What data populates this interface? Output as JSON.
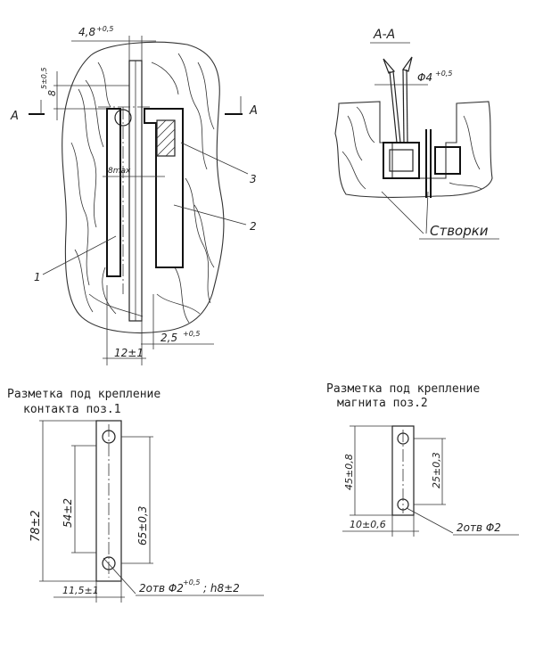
{
  "main_view": {
    "dim_top": "4,8",
    "dim_top_tol": "+0,5",
    "dim_left": "8",
    "dim_left_tol": "5±0,5",
    "section_marker": "A",
    "gap_label": "8max",
    "dim_bottom_right": "2,5",
    "dim_bottom_right_tol": "+0,5",
    "dim_bottom": "12±1",
    "callouts": [
      "1",
      "2",
      "3"
    ]
  },
  "section_view": {
    "title": "А-А",
    "diameter": "Φ4",
    "diameter_tol": "+0,5",
    "leaves_label": "Створки"
  },
  "contact_markup": {
    "title_line1": "Разметка под крепление",
    "title_line2": "контакта поз.1",
    "dim_total": "78±2",
    "dim_inner": "54±2",
    "dim_holes": "65±0,3",
    "dim_width": "11,5±1",
    "holes_note": "2отв Φ2",
    "holes_note_tol": "+0,5",
    "depth_note": "; h8±2"
  },
  "magnet_markup": {
    "title_line1": "Разметка под крепление",
    "title_line2": "магнита поз.2",
    "dim_height": "45±0,8",
    "dim_holes": "25±0,3",
    "dim_width": "10±0,6",
    "holes_note": "2отв Φ2"
  }
}
